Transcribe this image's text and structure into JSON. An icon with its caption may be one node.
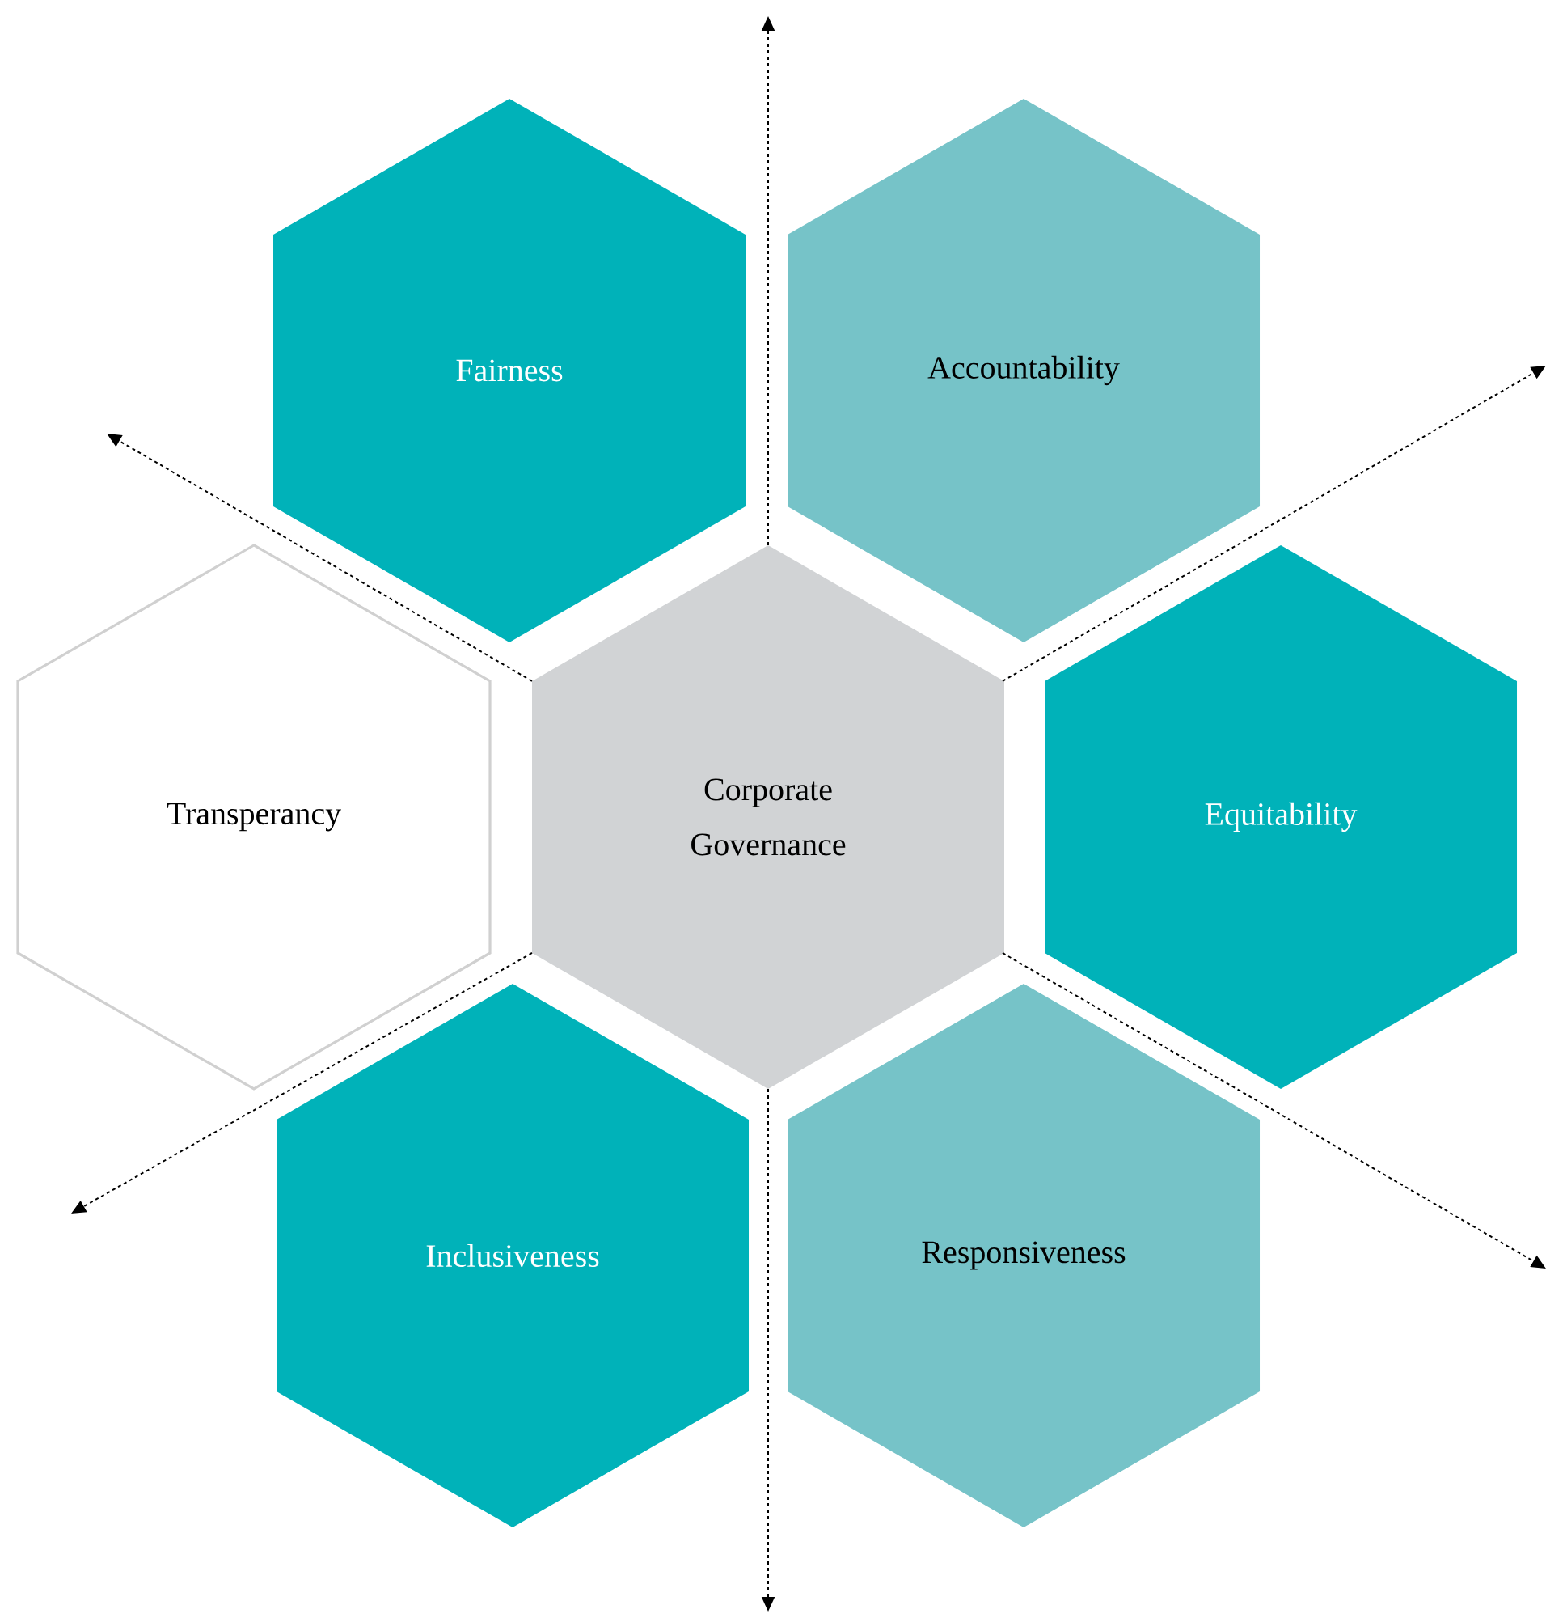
{
  "diagram": {
    "nodes": [
      {
        "text": [
          "Fairness"
        ]
      },
      {
        "text": [
          "Accountability"
        ]
      },
      {
        "text": [
          "Transperancy"
        ]
      },
      {
        "text": [
          "Corporate Governance"
        ]
      },
      {
        "text": [
          "Equitability"
        ]
      },
      {
        "text": [
          "Inclusiveness"
        ]
      },
      {
        "text": [
          "Responsiveness"
        ]
      }
    ],
    "edges": [
      {
        "from": 3,
        "to": null,
        "arrow": "to",
        "style": "dashed"
      },
      {
        "from": 3,
        "to": null,
        "arrow": "to",
        "style": "dashed"
      },
      {
        "from": 3,
        "to": null,
        "arrow": "to",
        "style": "dashed"
      },
      {
        "from": 3,
        "to": null,
        "arrow": "to",
        "style": "dashed"
      },
      {
        "from": 3,
        "to": null,
        "arrow": "to",
        "style": "dashed"
      },
      {
        "from": 3,
        "to": null,
        "arrow": "to",
        "style": "dashed"
      }
    ]
  }
}
